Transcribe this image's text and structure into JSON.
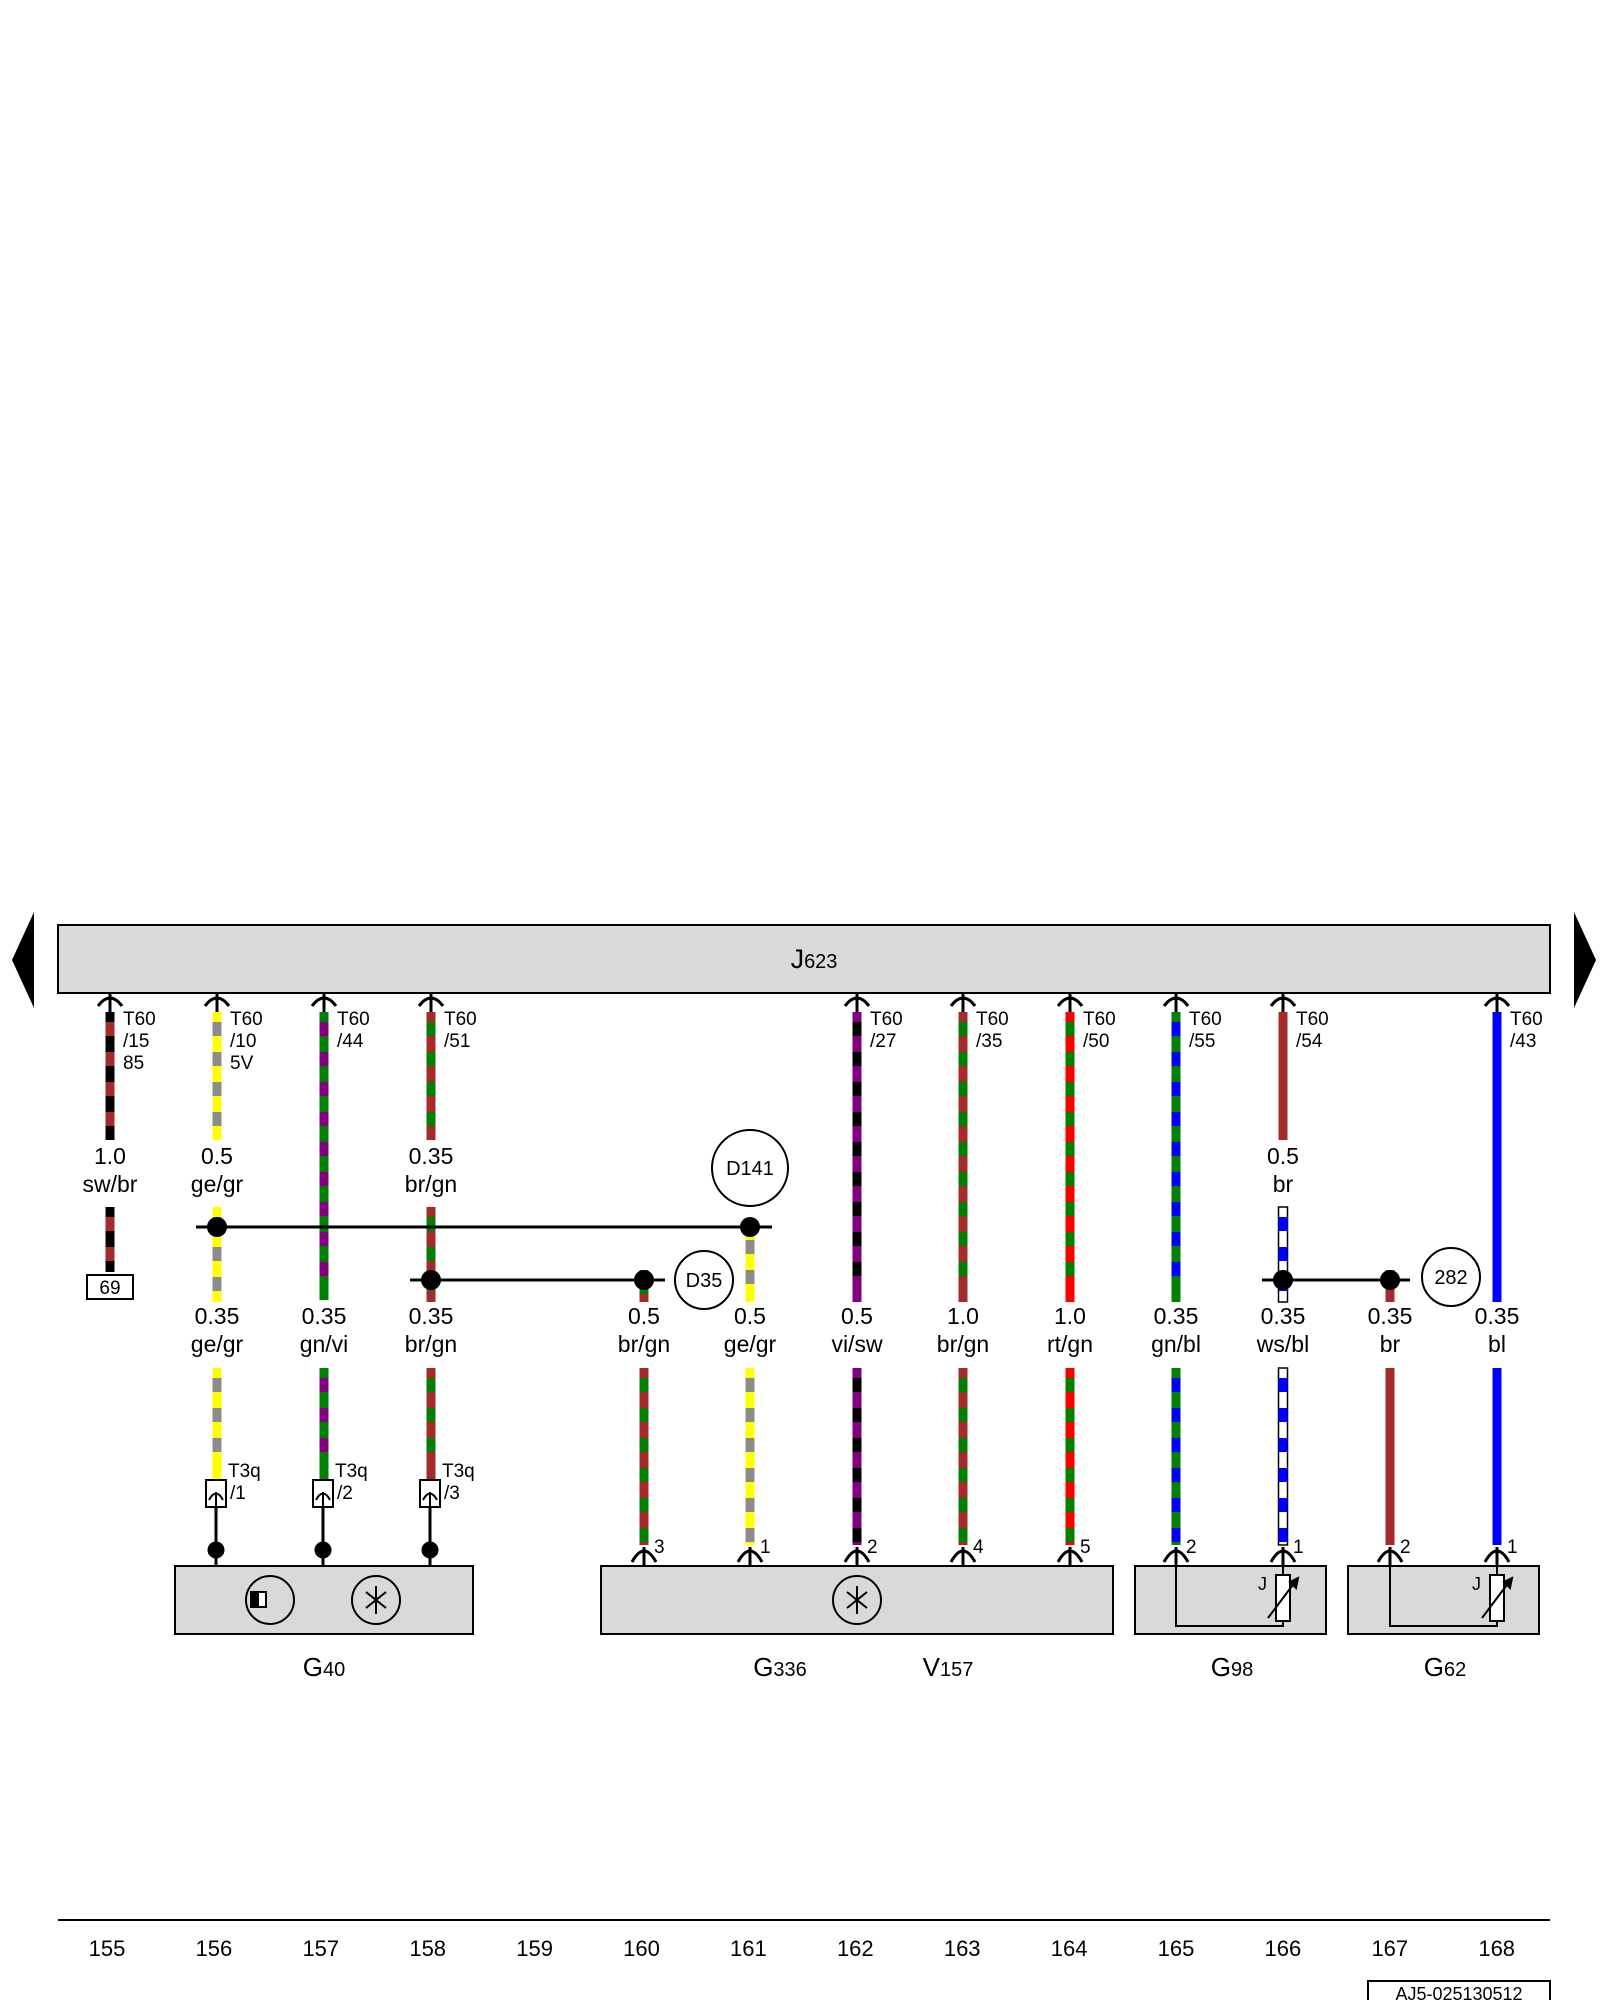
{
  "colors": {
    "sw": "#000000",
    "br": "#a52a2a",
    "ge": "#ffff00",
    "gr": "#8c8c8c",
    "gn": "#008000",
    "vi": "#800080",
    "rt": "#ff0000",
    "bl": "#0000ff",
    "ws": "#ffffff",
    "box_fill": "#d9d9d9"
  },
  "control_unit": {
    "prefix": "J",
    "number": "623"
  },
  "nav": {
    "left": "arrow-left",
    "right": "arrow-right"
  },
  "connectors": [
    {
      "line1": "T60",
      "line2": "/15",
      "line3": "85"
    },
    {
      "line1": "T60",
      "line2": "/10",
      "line3": "5V"
    },
    {
      "line1": "T60",
      "line2": "/44"
    },
    {
      "line1": "T60",
      "line2": "/51"
    },
    {
      "line1": "T60",
      "line2": "/27"
    },
    {
      "line1": "T60",
      "line2": "/35"
    },
    {
      "line1": "T60",
      "line2": "/50"
    },
    {
      "line1": "T60",
      "line2": "/55"
    },
    {
      "line1": "T60",
      "line2": "/54"
    },
    {
      "line1": "T60",
      "line2": "/43"
    }
  ],
  "upper_wires": [
    {
      "size": "1.0",
      "color": "sw/br"
    },
    {
      "size": "0.5",
      "color": "ge/gr"
    },
    {
      "size": "0.35",
      "color": "br/gn"
    },
    {
      "size": "0.5",
      "color": "br"
    }
  ],
  "lower_wires": [
    {
      "size": "0.35",
      "color": "ge/gr"
    },
    {
      "size": "0.35",
      "color": "gn/vi"
    },
    {
      "size": "0.35",
      "color": "br/gn"
    },
    {
      "size": "0.5",
      "color": "br/gn"
    },
    {
      "size": "0.5",
      "color": "ge/gr"
    },
    {
      "size": "0.5",
      "color": "vi/sw"
    },
    {
      "size": "1.0",
      "color": "br/gn"
    },
    {
      "size": "1.0",
      "color": "rt/gn"
    },
    {
      "size": "0.35",
      "color": "gn/bl"
    },
    {
      "size": "0.35",
      "color": "ws/bl"
    },
    {
      "size": "0.35",
      "color": "br"
    },
    {
      "size": "0.35",
      "color": "bl"
    }
  ],
  "ground_ref": "69",
  "junctions": [
    "D141",
    "D35",
    "282"
  ],
  "t3q": [
    {
      "line1": "T3q",
      "line2": "/1"
    },
    {
      "line1": "T3q",
      "line2": "/2"
    },
    {
      "line1": "T3q",
      "line2": "/3"
    }
  ],
  "component_pins": [
    "3",
    "1",
    "2",
    "4",
    "5",
    "2",
    "1",
    "2",
    "1"
  ],
  "components": [
    {
      "prefix": "G",
      "number": "40"
    },
    {
      "prefix": "G",
      "number": "336"
    },
    {
      "prefix": "V",
      "number": "157"
    },
    {
      "prefix": "G",
      "number": "98"
    },
    {
      "prefix": "G",
      "number": "62"
    }
  ],
  "sensor_symbol": "J",
  "columns": [
    "155",
    "156",
    "157",
    "158",
    "159",
    "160",
    "161",
    "162",
    "163",
    "164",
    "165",
    "166",
    "167",
    "168"
  ],
  "drawing_code": "AJ5-025130512"
}
